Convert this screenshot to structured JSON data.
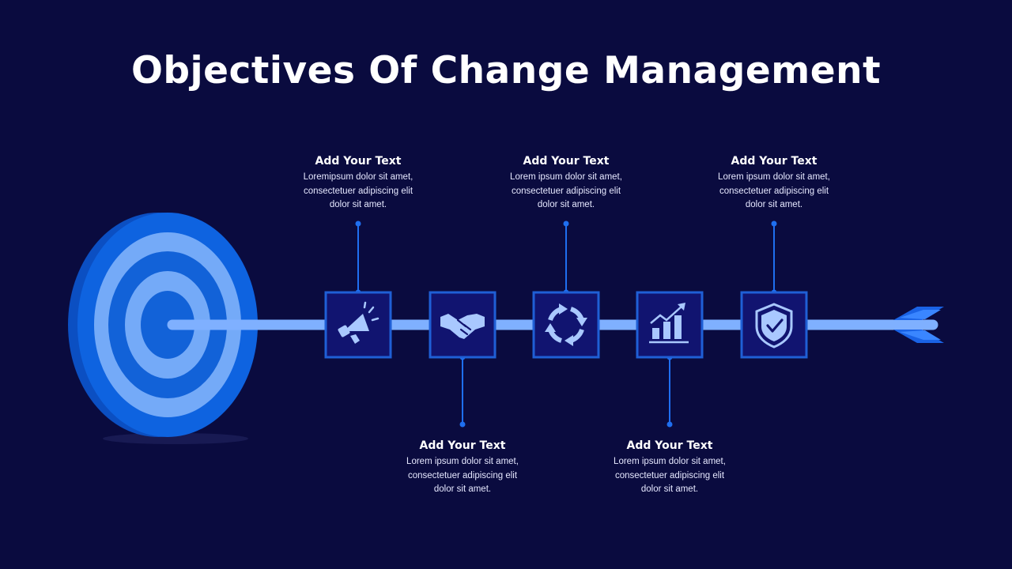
{
  "slide": {
    "title": "Objectives Of Change Management",
    "colors": {
      "background": "#0a0b3f",
      "box_fill": "#111470",
      "box_border": "#1f5fd6",
      "icon": "#a9c8ff",
      "line": "#7fb0ff",
      "target_dark": "#0d5fd9",
      "target_light": "#7ab0ff",
      "connector": "#1f6ff0"
    }
  },
  "steps": [
    {
      "icon": "megaphone-icon",
      "position": "top",
      "heading": "Add Your Text",
      "body": [
        "Loremipsum dolor sit amet,",
        "consectetuer adipiscing elit",
        "dolor sit amet."
      ]
    },
    {
      "icon": "handshake-icon",
      "position": "bottom",
      "heading": "Add Your Text",
      "body": [
        "Lorem ipsum dolor sit amet,",
        "consectetuer adipiscing elit",
        "dolor sit amet."
      ]
    },
    {
      "icon": "refresh-cycle-icon",
      "position": "top",
      "heading": "Add Your Text",
      "body": [
        "Lorem ipsum dolor sit amet,",
        "consectetuer adipiscing elit",
        "dolor sit amet."
      ]
    },
    {
      "icon": "growth-chart-icon",
      "position": "bottom",
      "heading": "Add Your Text",
      "body": [
        "Lorem ipsum dolor sit amet,",
        "consectetuer adipiscing elit",
        "dolor sit amet."
      ]
    },
    {
      "icon": "shield-check-icon",
      "position": "top",
      "heading": "Add Your Text",
      "body": [
        "Lorem ipsum dolor sit amet,",
        "consectetuer adipiscing elit",
        "dolor sit amet."
      ]
    }
  ]
}
